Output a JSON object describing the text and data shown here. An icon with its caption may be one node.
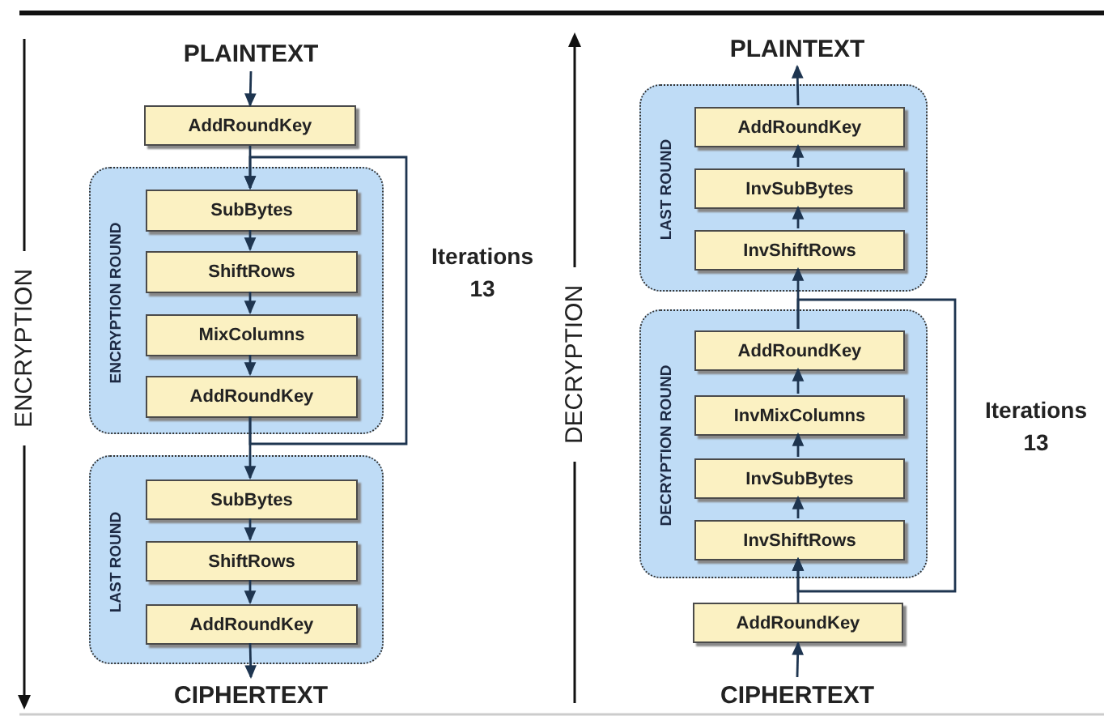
{
  "diagram": {
    "nodes": [
      {
        "text": [
          "PLAINTEXT"
        ]
      },
      {
        "text": [
          "AddRoundKey"
        ]
      },
      {
        "text": [
          "ENCRYPTION ROUND"
        ]
      },
      {
        "text": [
          "SubBytes"
        ],
        "in": 2
      },
      {
        "text": [
          "ShiftRows"
        ],
        "in": 2
      },
      {
        "text": [
          "MixColumns"
        ],
        "in": 2
      },
      {
        "text": [
          "AddRoundKey"
        ],
        "in": 2
      },
      {
        "text": [
          "LAST ROUND"
        ]
      },
      {
        "text": [
          "SubBytes"
        ],
        "in": 7
      },
      {
        "text": [
          "ShiftRows"
        ],
        "in": 7
      },
      {
        "text": [
          "AddRoundKey"
        ],
        "in": 7
      },
      {
        "text": [
          "CIPHERTEXT"
        ]
      },
      {
        "text": [
          "PLAINTEXT"
        ]
      },
      {
        "text": [
          "LAST ROUND"
        ]
      },
      {
        "text": [
          "AddRoundKey"
        ],
        "in": 13
      },
      {
        "text": [
          "InvSubBytes"
        ],
        "in": 13
      },
      {
        "text": [
          "InvShiftRows"
        ],
        "in": 13
      },
      {
        "text": [
          "DECRYPTION ROUND"
        ]
      },
      {
        "text": [
          "AddRoundKey"
        ],
        "in": 17
      },
      {
        "text": [
          "InvMixColumns"
        ],
        "in": 17
      },
      {
        "text": [
          "InvSubBytes"
        ],
        "in": 17
      },
      {
        "text": [
          "InvShiftRows"
        ],
        "in": 17
      },
      {
        "text": [
          "AddRoundKey"
        ]
      },
      {
        "text": [
          "CIPHERTEXT"
        ]
      }
    ],
    "edges": [
      {
        "from": 0,
        "to": 1,
        "arrow": "to"
      },
      {
        "from": 1,
        "to": 3,
        "arrow": "to"
      },
      {
        "from": 3,
        "to": 4,
        "arrow": "to"
      },
      {
        "from": 4,
        "to": 5,
        "arrow": "to"
      },
      {
        "from": 5,
        "to": 6,
        "arrow": "to"
      },
      {
        "from": 6,
        "to": 8,
        "arrow": "to"
      },
      {
        "from": 8,
        "to": 9,
        "arrow": "to"
      },
      {
        "from": 9,
        "to": 10,
        "arrow": "to"
      },
      {
        "from": 10,
        "to": 11,
        "arrow": "to"
      },
      {
        "from": 6,
        "to": 3,
        "arrow": "to"
      },
      {
        "from": 23,
        "to": 22,
        "arrow": "to"
      },
      {
        "from": 22,
        "to": 21,
        "arrow": "to"
      },
      {
        "from": 21,
        "to": 20,
        "arrow": "to"
      },
      {
        "from": 20,
        "to": 19,
        "arrow": "to"
      },
      {
        "from": 19,
        "to": 18,
        "arrow": "to"
      },
      {
        "from": 18,
        "to": 16,
        "arrow": "to"
      },
      {
        "from": 16,
        "to": 15,
        "arrow": "to"
      },
      {
        "from": 15,
        "to": 14,
        "arrow": "to"
      },
      {
        "from": 14,
        "to": 12,
        "arrow": "to"
      },
      {
        "from": 18,
        "to": 21,
        "arrow": "to"
      }
    ],
    "labels": [
      "ENCRYPTION",
      "Iterations 13",
      "DECRYPTION",
      "Iterations 13"
    ]
  }
}
